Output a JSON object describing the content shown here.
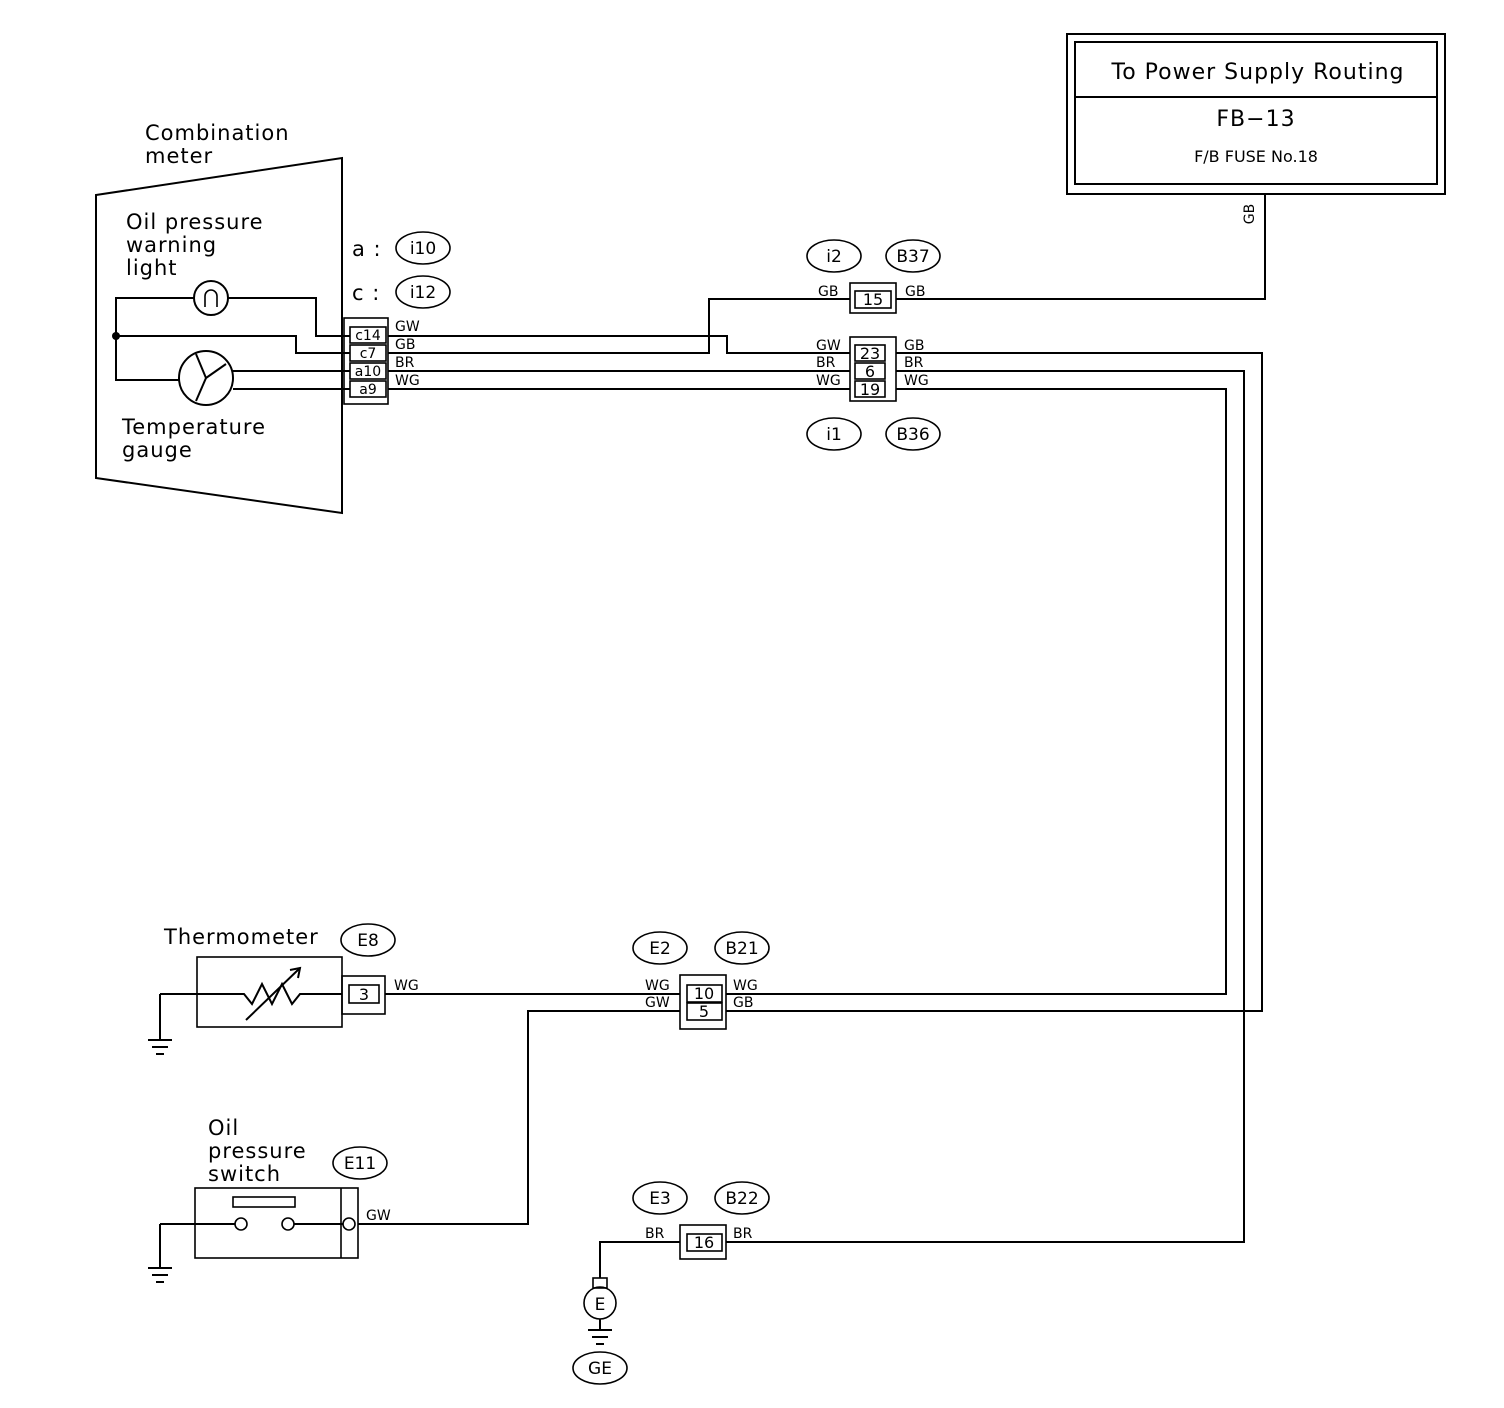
{
  "power_box": {
    "title": "To Power Supply Routing",
    "code": "FB−13",
    "fuse": "F/B FUSE No.18",
    "wire": "GB"
  },
  "combination_meter": {
    "title_line1": "Combination",
    "title_line2": "meter",
    "oil_light_line1": "Oil pressure",
    "oil_light_line2": "warning",
    "oil_light_line3": "light",
    "temp_gauge_line1": "Temperature",
    "temp_gauge_line2": "gauge",
    "conn_a_label": "a :",
    "conn_a_id": "i10",
    "conn_c_label": "c :",
    "conn_c_id": "i12",
    "pins": [
      "c14",
      "c7",
      "a10",
      "a9"
    ],
    "wires": [
      "GW",
      "GB",
      "BR",
      "WG"
    ]
  },
  "conn_i2_b37": {
    "left_id": "i2",
    "right_id": "B37",
    "pin": "15",
    "left_wire": "GB",
    "right_wire": "GB"
  },
  "conn_i1_b36": {
    "left_id": "i1",
    "right_id": "B36",
    "pins": [
      "23",
      "6",
      "19"
    ],
    "left_wires": [
      "GW",
      "BR",
      "WG"
    ],
    "right_wires": [
      "GB",
      "BR",
      "WG"
    ]
  },
  "thermometer": {
    "label": "Thermometer",
    "id": "E8",
    "pin": "3",
    "wire": "WG"
  },
  "conn_e2_b21": {
    "left_id": "E2",
    "right_id": "B21",
    "pins": [
      "10",
      "5"
    ],
    "left_wires": [
      "WG",
      "GW"
    ],
    "right_wires": [
      "WG",
      "GB"
    ]
  },
  "oil_switch": {
    "line1": "Oil",
    "line2": "pressure",
    "line3": "switch",
    "id": "E11",
    "wire": "GW"
  },
  "conn_e3_b22": {
    "left_id": "E3",
    "right_id": "B22",
    "pin": "16",
    "left_wire": "BR",
    "right_wire": "BR"
  },
  "ground": {
    "symbol": "E",
    "id": "GE"
  }
}
